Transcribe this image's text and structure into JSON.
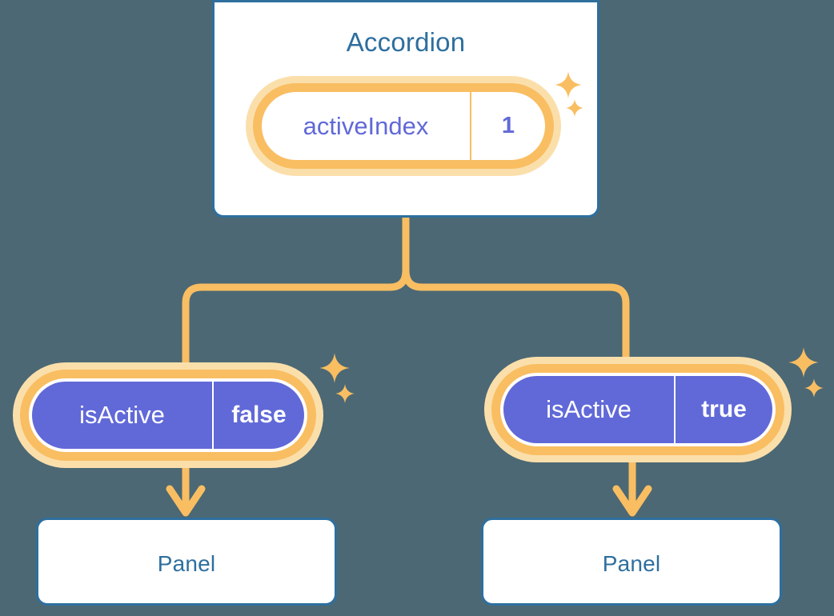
{
  "diagram": {
    "title_node": {
      "label": "Accordion"
    },
    "root_state": {
      "key": "activeIndex",
      "value": "1"
    },
    "branches": [
      {
        "state": {
          "key": "isActive",
          "value": "false"
        },
        "child": {
          "label": "Panel"
        }
      },
      {
        "state": {
          "key": "isActive",
          "value": "true"
        },
        "child": {
          "label": "Panel"
        }
      }
    ],
    "icons": {
      "sparkle_large": "sparkle-icon",
      "sparkle_small": "sparkle-small-icon",
      "arrow_down": "arrow-down-icon"
    },
    "colors": {
      "background": "#4c6874",
      "card_border": "#2e6f9e",
      "card_text": "#2e6f9e",
      "card_fill": "#ffffff",
      "state_purple": "#6169d8",
      "connector_orange": "#f9be62",
      "halo_orange": "#fbdfab",
      "value_text_on_purple": "#ffffff"
    }
  }
}
